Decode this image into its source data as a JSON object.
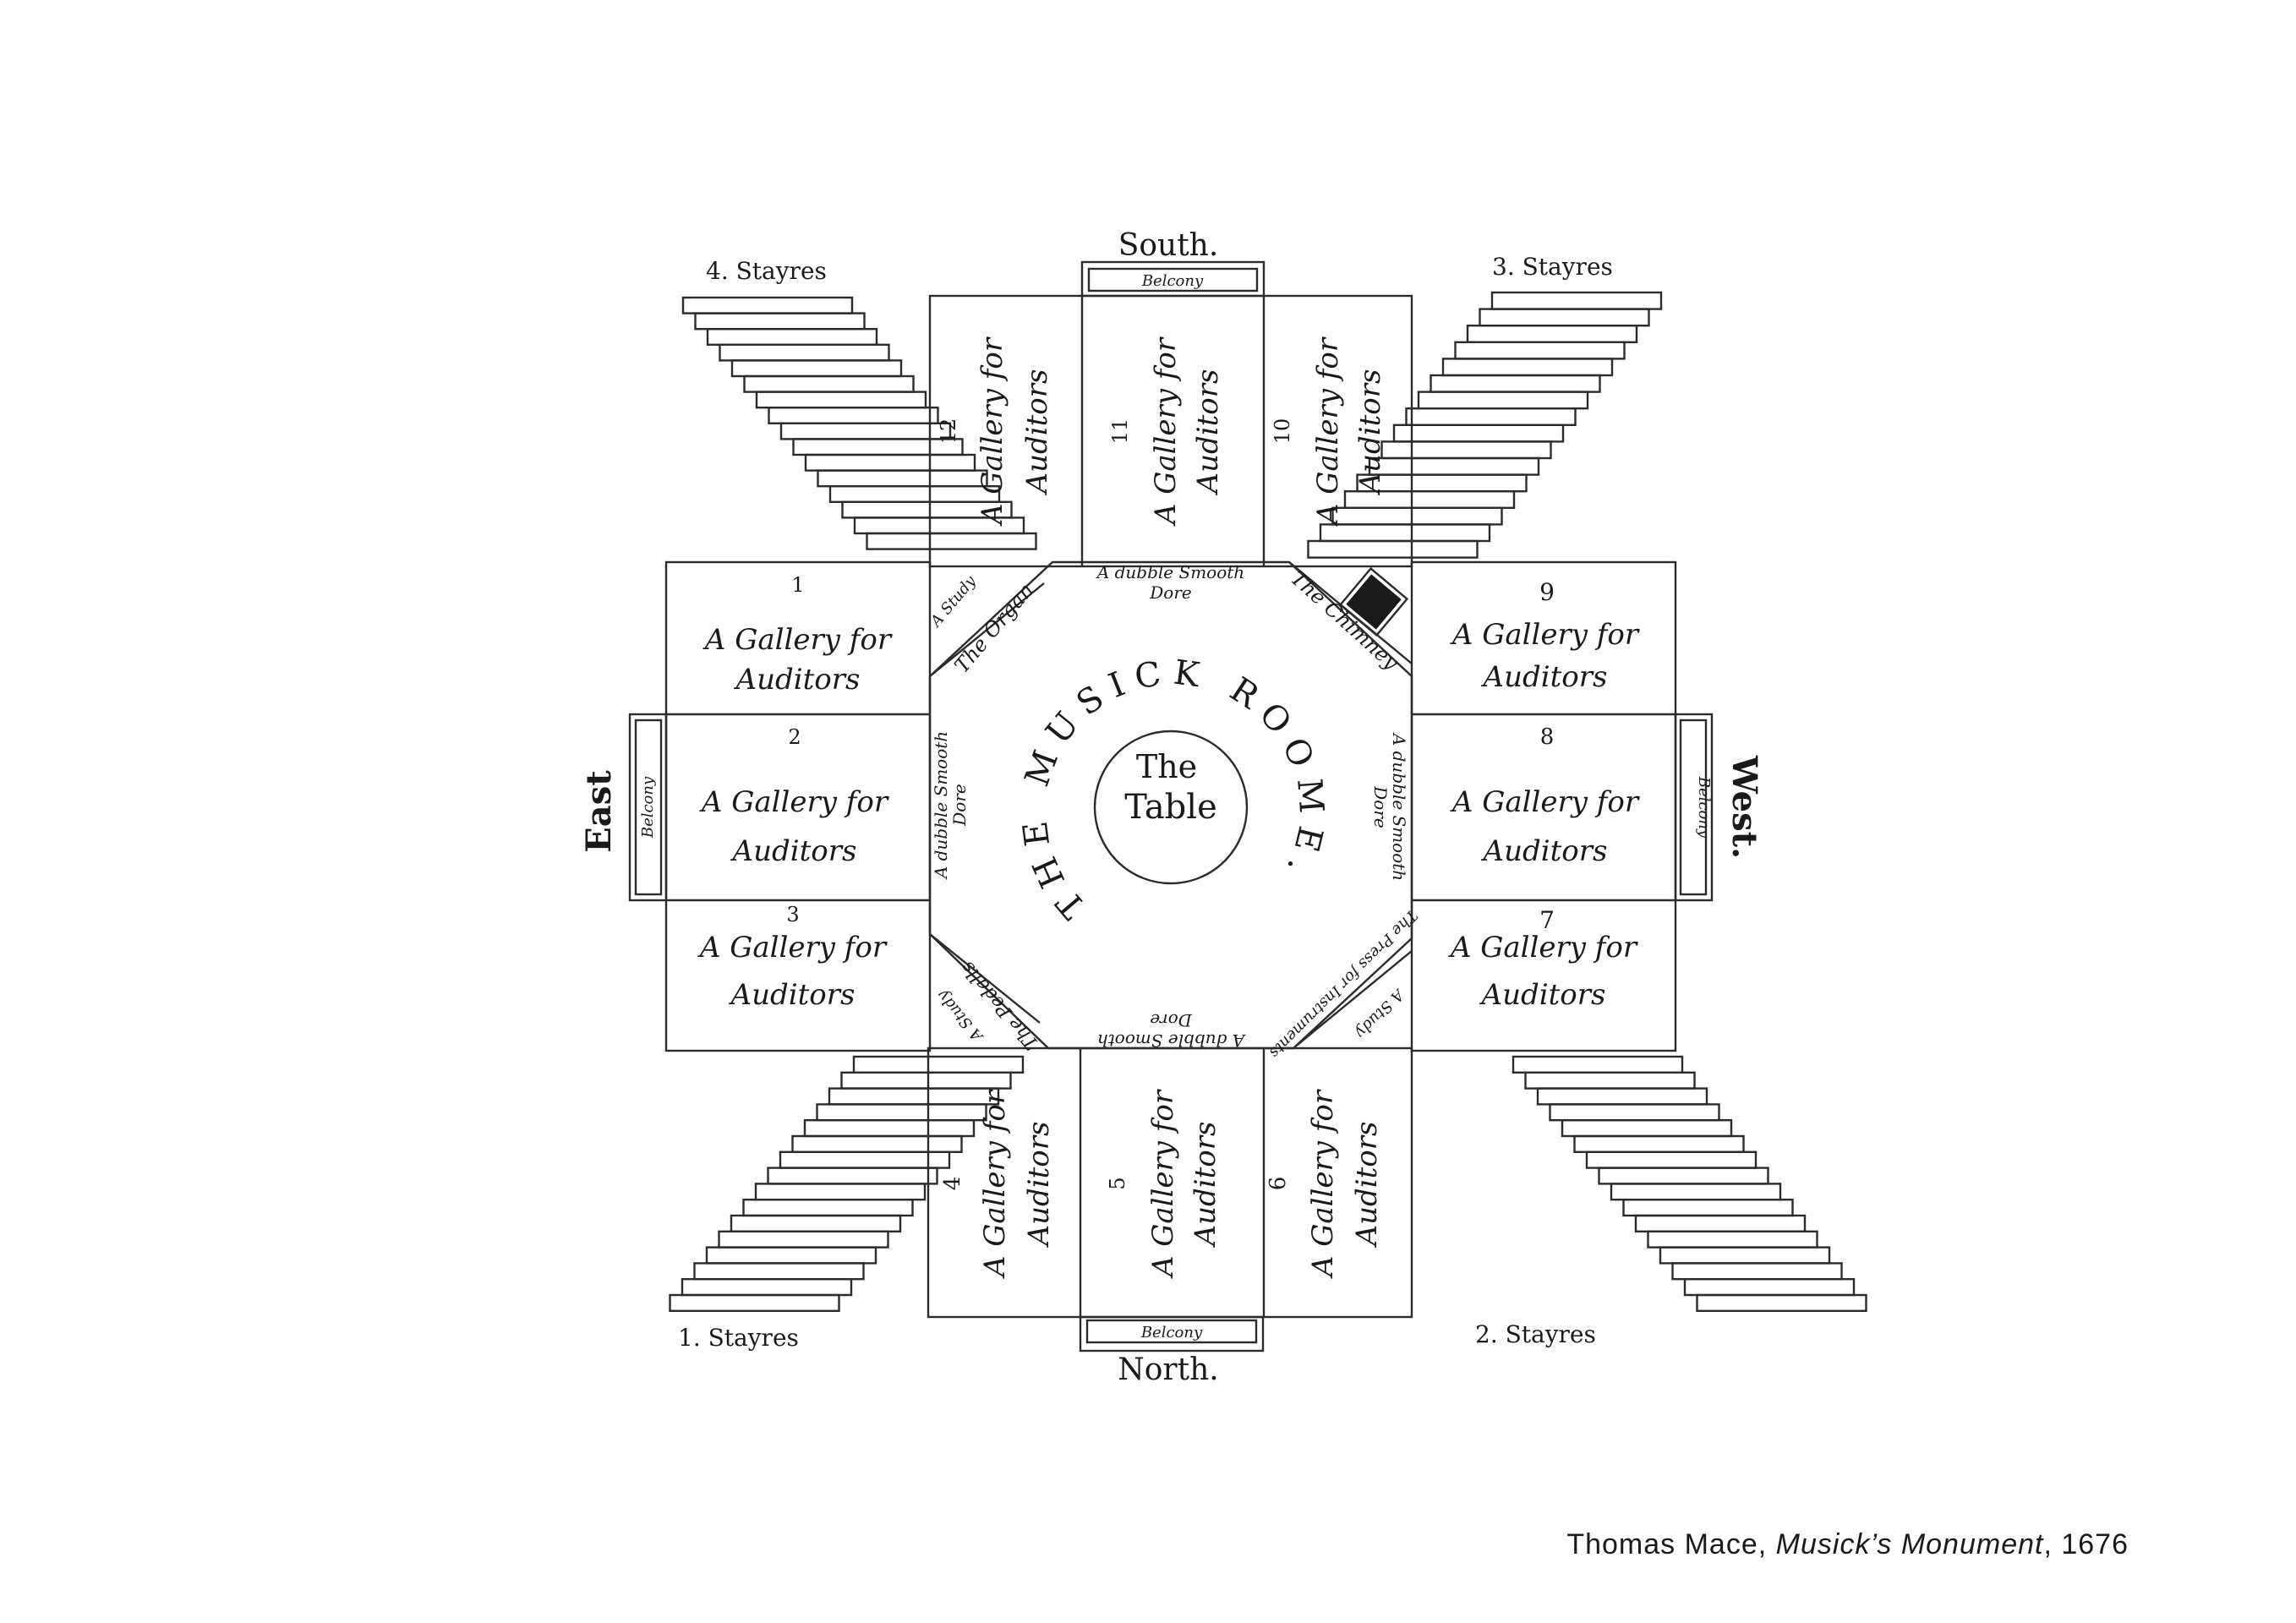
{
  "compass": {
    "south": "South.",
    "north": "North.",
    "east": "East",
    "west": "West."
  },
  "balcony": "Belcony",
  "galleries": [
    {
      "id": "1",
      "num": "1",
      "label": [
        "A Gallery for",
        "Auditors"
      ]
    },
    {
      "id": "2",
      "num": "2",
      "label": [
        "A Gallery for",
        "Auditors"
      ]
    },
    {
      "id": "3",
      "num": "3",
      "label": [
        "A Gallery for",
        "Auditors"
      ]
    },
    {
      "id": "4",
      "num": "4",
      "label": [
        "A Gallery for",
        "Auditors"
      ]
    },
    {
      "id": "5",
      "num": "5",
      "label": [
        "A Gallery for",
        "Auditors"
      ]
    },
    {
      "id": "6",
      "num": "6",
      "label": [
        "A Gallery for",
        "Auditors"
      ]
    },
    {
      "id": "7",
      "num": "7",
      "label": [
        "A Gallery for",
        "Auditors"
      ]
    },
    {
      "id": "8",
      "num": "8",
      "label": [
        "A Gallery for",
        "Auditors"
      ]
    },
    {
      "id": "9",
      "num": "9",
      "label": [
        "A Gallery for",
        "Auditors"
      ]
    },
    {
      "id": "10",
      "num": "10",
      "label": [
        "A Gallery for",
        "Auditors"
      ]
    },
    {
      "id": "11",
      "num": "11",
      "label": [
        "A Gallery for",
        "Auditors"
      ]
    },
    {
      "id": "12",
      "num": "12",
      "label": [
        "A Gallery for",
        "Auditors"
      ]
    }
  ],
  "stairs": [
    {
      "id": "1",
      "label": "1. Stayres"
    },
    {
      "id": "2",
      "label": "2. Stayres"
    },
    {
      "id": "3",
      "label": "3. Stayres"
    },
    {
      "id": "4",
      "label": "4. Stayres"
    }
  ],
  "doors": {
    "line1": "A dubble Smooth",
    "line2": "Dore"
  },
  "corners": {
    "organ": "The Organ",
    "chimney": "The Chimney",
    "pedals": "The Pedalls",
    "instruments": "The Press for Instruments",
    "study": "A Study"
  },
  "center": {
    "room_title": "THE MUSICK ROOME.",
    "table_line1": "The",
    "table_line2": "Table"
  },
  "caption": {
    "author": "Thomas Mace, ",
    "work": "Musick’s Monument",
    "year": ", 1676"
  }
}
